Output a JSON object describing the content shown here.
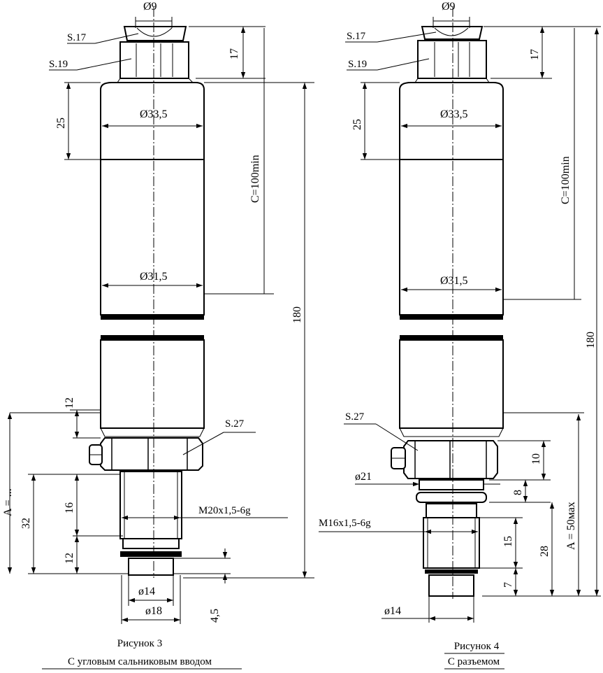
{
  "figure3": {
    "labels": {
      "s17": "S.17",
      "s19": "S.19",
      "s27": "S.27",
      "d9": "Ø9",
      "d335": "Ø33,5",
      "d315": "Ø31,5",
      "d14": "ø14",
      "d18": "ø18",
      "thread": "M20x1,5-6g",
      "dim17": "17",
      "dim25": "25",
      "dimC": "C=100min",
      "dim180": "180",
      "dim12a": "12",
      "dim16": "16",
      "dim12b": "12",
      "dim32": "32",
      "dim45": "4,5",
      "dimA": "A = ..."
    },
    "caption": {
      "title": "Рисунок 3",
      "subtitle": "С угловым сальниковым вводом"
    }
  },
  "figure4": {
    "labels": {
      "s17": "S.17",
      "s19": "S.19",
      "s27": "S.27",
      "d9": "Ø9",
      "d335": "Ø33,5",
      "d315": "Ø31,5",
      "d21": "ø21",
      "d14": "ø14",
      "thread": "M16x1,5-6g",
      "dim17": "17",
      "dim25": "25",
      "dimC": "C=100min",
      "dim180": "180",
      "dim10": "10",
      "dim8": "8",
      "dim15": "15",
      "dim28": "28",
      "dim7": "7",
      "dimA": "A = 50мах"
    },
    "caption": {
      "title": "Рисунок 4",
      "subtitle": "С разъемом"
    }
  }
}
